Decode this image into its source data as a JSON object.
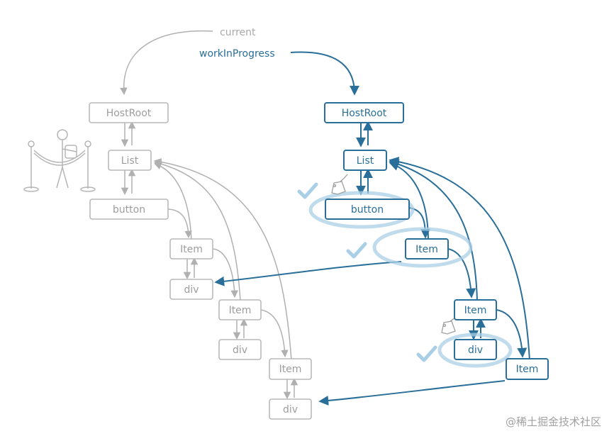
{
  "pointers": {
    "current": "current",
    "work_in_progress": "workInProgress"
  },
  "current_tree": {
    "host_root": "HostRoot",
    "list": "List",
    "button": "button",
    "item_1": "Item",
    "div_1": "div",
    "item_2": "Item",
    "div_2": "div",
    "item_3": "Item",
    "div_3": "div"
  },
  "wip_tree": {
    "host_root": "HostRoot",
    "list": "List",
    "button": "button",
    "item_1": "Item",
    "item_2": "Item",
    "div_2": "div",
    "item_3": "Item"
  },
  "watermark": "@稀土掘金技术社区",
  "colors": {
    "current_tree": "#9d9d9d",
    "work_in_progress_tree": "#2a6f99",
    "completed_highlight": "#a9cfe6"
  }
}
